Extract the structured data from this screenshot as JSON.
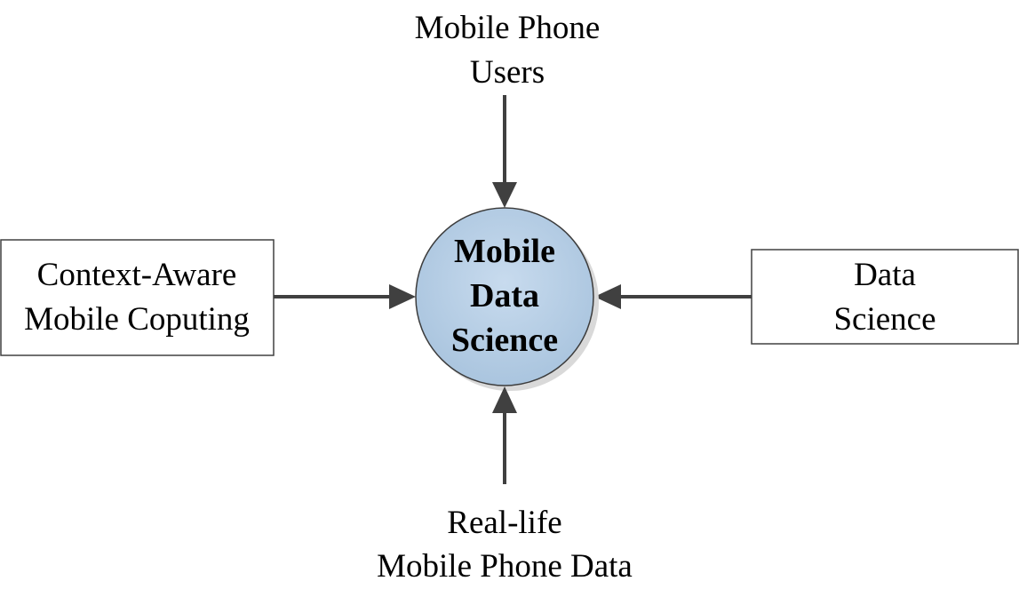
{
  "center": {
    "lines": [
      "Mobile",
      "Data",
      "Science"
    ],
    "fill_color": "#b3cce3",
    "stroke_color": "#3c3c3c",
    "shadow_color": "#d6d6d6"
  },
  "top_node": {
    "lines": [
      "Mobile Phone",
      "Users"
    ]
  },
  "bottom_node": {
    "lines": [
      "Real-life",
      "Mobile Phone Data"
    ]
  },
  "left_node": {
    "lines": [
      "Context-Aware",
      "Mobile Coputing"
    ]
  },
  "right_node": {
    "lines": [
      "Data",
      "Science"
    ]
  },
  "colors": {
    "arrow": "#404040",
    "box_border": "#404040",
    "text": "#000000"
  }
}
